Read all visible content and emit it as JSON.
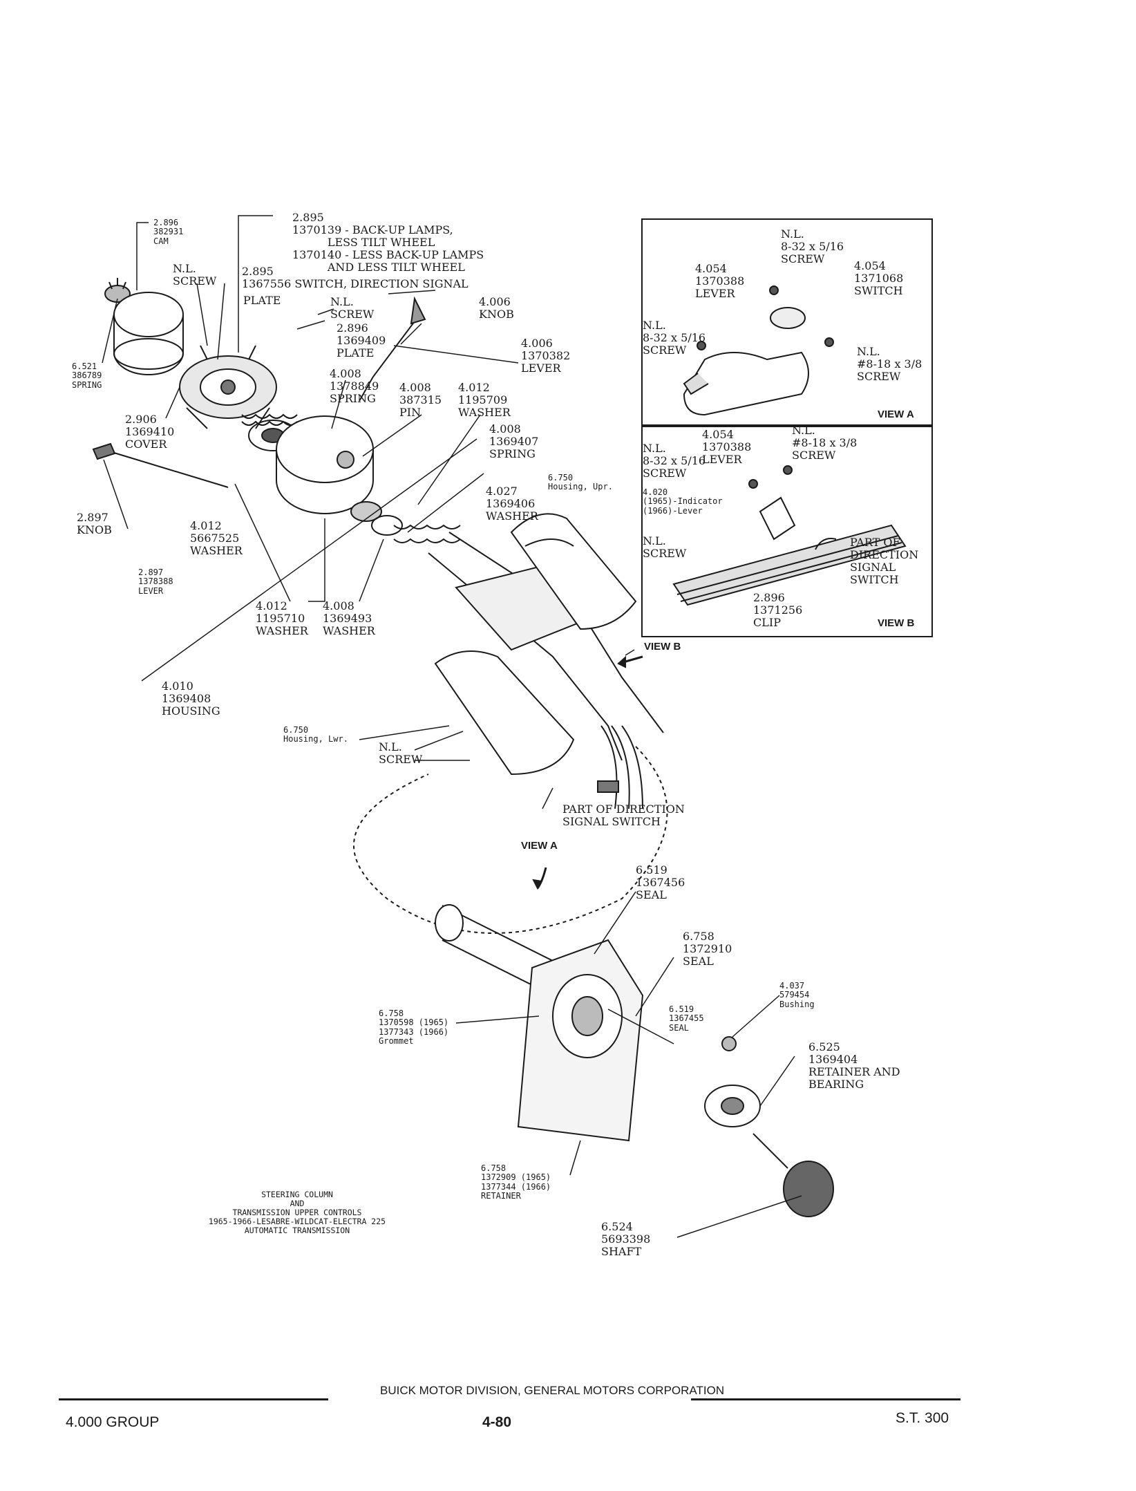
{
  "labels": {
    "cam_2896": "2.896\n382931\nCAM",
    "switch_2895": "2.895\n1370139 - BACK-UP LAMPS,\n          LESS TILT WHEEL\n1370140 - LESS BACK-UP LAMPS\n          AND LESS TILT WHEEL",
    "switch_2895_b": "2.895\n1367556 SWITCH, DIRECTION SIGNAL",
    "screw_nl_1": "N.L.\nSCREW",
    "plate_2895": "PLATE",
    "screw_nl_2": "N.L.\nSCREW",
    "knob_4006": "4.006\nKNOB",
    "spring_6521": "6.521\n386789\nSPRING",
    "plate_2896": "2.896\n1369409\nPLATE",
    "lever_4006": "4.006\n1370382\nLEVER",
    "spring_4008": "4.008\n1378849\nSPRING",
    "pin_4008": "4.008\n387315\nPIN",
    "washer_4012_top": "4.012\n1195709\nWASHER",
    "cover_2906": "2.906\n1369410\nCOVER",
    "spring_4008_b": "4.008\n1369407\nSPRING",
    "housing_upr": "6.750\nHousing, Upr.",
    "washer_4027": "4.027\n1369406\nWASHER",
    "knob_2897": "2.897\nKNOB",
    "washer_4012_a": "4.012\n5667525\nWASHER",
    "lever_2897": "2.897\n1378388\nLEVER",
    "washer_4012_b": "4.012\n1195710\nWASHER",
    "washer_4008": "4.008\n1369493\nWASHER",
    "housing_4010": "4.010\n1369408\nHOUSING",
    "view_b_arrow": "VIEW B",
    "housing_lwr": "6.750\nHousing, Lwr.",
    "screw_nl_3": "N.L.\nSCREW",
    "part_dir_signal": "PART OF DIRECTION\nSIGNAL SWITCH",
    "view_a_arrow": "VIEW A",
    "seal_6519": "6.519\n1367456\nSEAL",
    "seal_6758": "6.758\n1372910\nSEAL",
    "bushing_4037": "4.037\n579454\nBushing",
    "grommet_6758": "6.758\n1370598 (1965)\n1377343 (1966)\nGrommet",
    "seal_6519_b": "6.519\n1367455\nSEAL",
    "retainer_6525": "6.525\n1369404\nRETAINER AND\nBEARING",
    "retainer_6758": "6.758\n1372909 (1965)\n1377344 (1966)\nRETAINER",
    "shaft_6524": "6.524\n5693398\nSHAFT"
  },
  "view_a": {
    "title": "VIEW A",
    "screw_top": "N.L.\n8-32 x 5/16\nSCREW",
    "lever": "4.054\n1370388\nLEVER",
    "switch": "4.054\n1371068\nSWITCH",
    "screw_left": "N.L.\n8-32 x 5/16\nSCREW",
    "screw_right": "N.L.\n#8-18 x 3/8\nSCREW"
  },
  "view_b": {
    "title": "VIEW B",
    "lever": "4.054\n1370388\nLEVER",
    "screw_right": "N.L.\n#8-18 x 3/8\nSCREW",
    "screw_left": "N.L.\n8-32 x 5/16\nSCREW",
    "indicator": "4.020\n(1965)-Indicator\n(1966)-Lever",
    "screw_nl": "N.L.\nSCREW",
    "part_dir": "PART OF\nDIRECTION\nSIGNAL\nSWITCH",
    "clip": "2.896\n1371256\nCLIP"
  },
  "caption": "STEERING COLUMN\nAND\nTRANSMISSION UPPER CONTROLS\n1965-1966-LESABRE-WILDCAT-ELECTRA 225\nAUTOMATIC TRANSMISSION",
  "footer": {
    "corporation": "BUICK MOTOR DIVISION, GENERAL MOTORS CORPORATION",
    "group": "4.000 GROUP",
    "page": "4-80",
    "st": "S.T. 300"
  }
}
